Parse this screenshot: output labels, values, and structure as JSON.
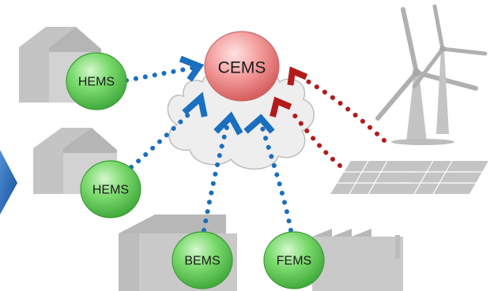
{
  "diagram": {
    "center_node": {
      "label": "CEMS",
      "color": "#f08a8a"
    },
    "nodes": [
      {
        "id": "hems-1",
        "label": "HEMS",
        "type": "house"
      },
      {
        "id": "hems-2",
        "label": "HEMS",
        "type": "house"
      },
      {
        "id": "bems",
        "label": "BEMS",
        "type": "building"
      },
      {
        "id": "fems",
        "label": "FEMS",
        "type": "factory"
      }
    ],
    "generation": [
      {
        "id": "wind",
        "icon": "wind-turbine-icon"
      },
      {
        "id": "solar",
        "icon": "solar-panel-icon"
      }
    ],
    "colors": {
      "ems_node": "#6fd26a",
      "consumer_link": "#1a6fbf",
      "generation_link": "#b31b1b",
      "silhouette": "#c4c4c4",
      "cloud": "#e8e8e8",
      "side_arrow": "#1a5aa8"
    }
  }
}
